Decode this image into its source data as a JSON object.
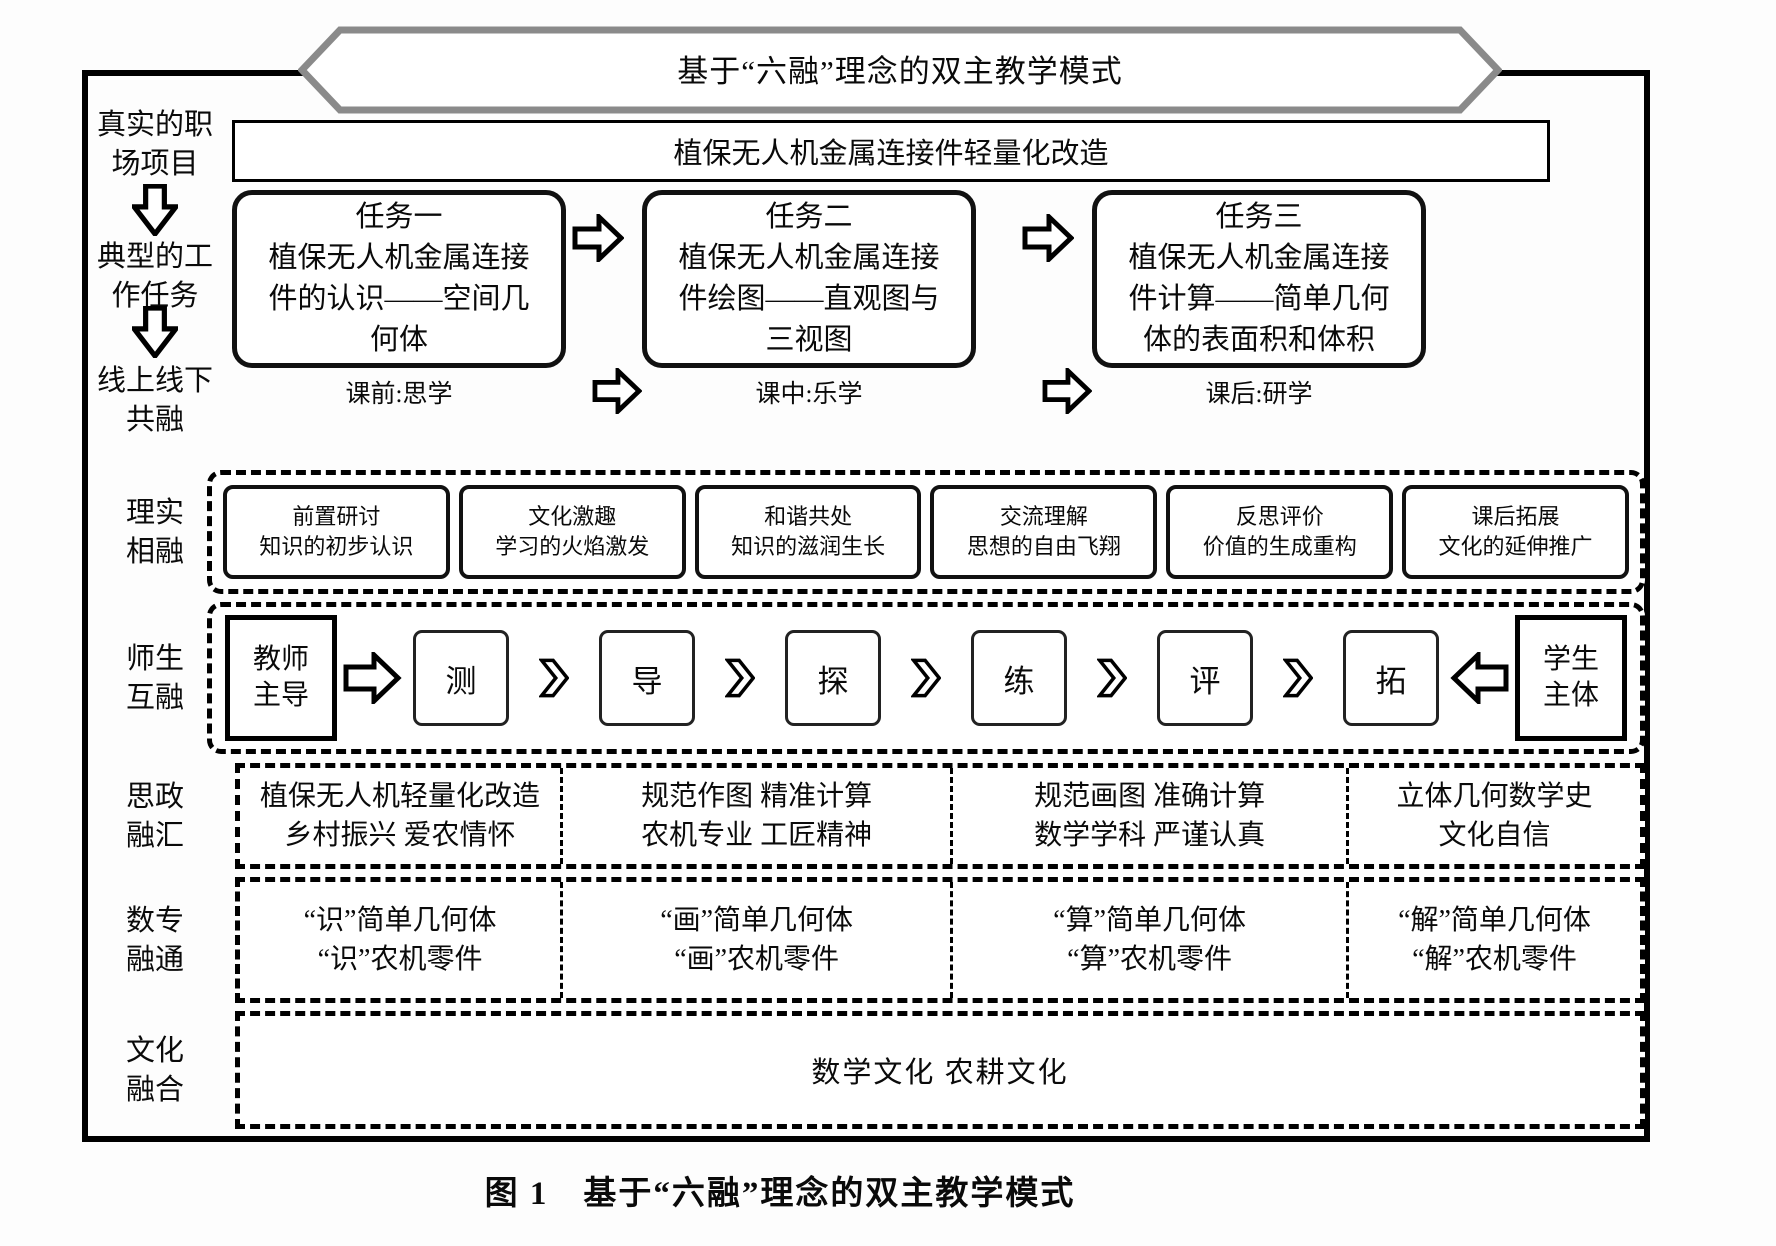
{
  "banner_title": "基于“六融”理念的双主教学模式",
  "project_title": "植保无人机金属连接件轻量化改造",
  "left_labels": {
    "real_project": "真实的职\n场项目",
    "typical_task": "典型的工\n作任务",
    "online_offline": "线上线下\n共融",
    "theory_practice": "理实\n相融",
    "teacher_student": "师生\n互融",
    "ideology": "思政\n融汇",
    "math_major": "数专\n融通",
    "culture": "文化\n融合"
  },
  "tasks": [
    {
      "title": "任务一",
      "body": "植保无人机金属连接\n件的认识——空间几\n何体"
    },
    {
      "title": "任务二",
      "body": "植保无人机金属连接\n件绘图——直观图与\n三视图"
    },
    {
      "title": "任务三",
      "body": "植保无人机金属连接\n件计算——简单几何\n体的表面积和体积"
    }
  ],
  "phases": [
    "课前:思学",
    "课中:乐学",
    "课后:研学"
  ],
  "fusion_boxes": [
    "前置研讨\n知识的初步认识",
    "文化激趣\n学习的火焰激发",
    "和谐共处\n知识的滋润生长",
    "交流理解\n思想的自由飞翔",
    "反思评价\n价值的生成重构",
    "课后拓展\n文化的延伸推广"
  ],
  "teach_flow": {
    "teacher": "教师\n主导",
    "student": "学生\n主体",
    "steps": [
      "测",
      "导",
      "探",
      "练",
      "评",
      "拓"
    ]
  },
  "ideology_cells": [
    "植保无人机轻量化改造\n乡村振兴 爱农情怀",
    "规范作图 精准计算\n农机专业 工匠精神",
    "规范画图 准确计算\n数学学科 严谨认真",
    "立体几何数学史\n文化自信"
  ],
  "math_cells": [
    "“识”简单几何体\n“识”农机零件",
    "“画”简单几何体\n“画”农机零件",
    "“算”简单几何体\n“算”农机零件",
    "“解”简单几何体\n“解”农机零件"
  ],
  "culture_text": "数学文化 农耕文化",
  "caption": "图 1　基于“六融”理念的双主教学模式",
  "colors": {
    "line": "#000000",
    "banner_border": "#8a8a8a",
    "background": "#fdfdfd"
  }
}
